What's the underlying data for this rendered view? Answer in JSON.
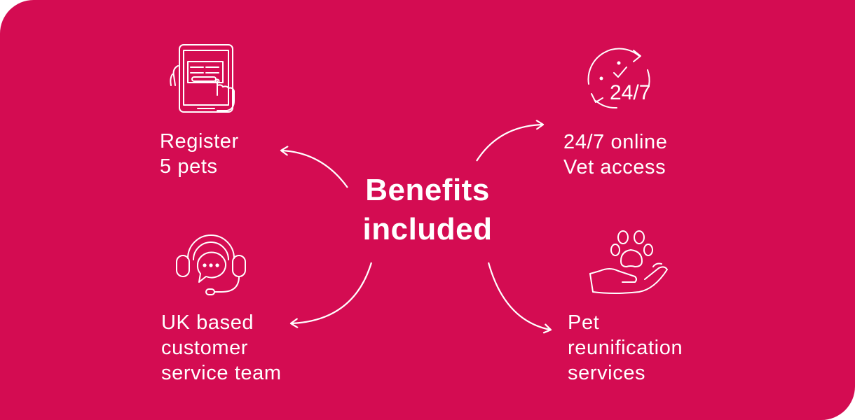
{
  "colors": {
    "background": "#d40c52",
    "foreground": "#ffffff"
  },
  "center": {
    "line1": "Benefits",
    "line2": "included"
  },
  "benefits": [
    {
      "icon": "tablet-touch-icon",
      "lines": [
        "Register",
        "5 pets"
      ]
    },
    {
      "icon": "clock-24-7-icon",
      "lines": [
        "24/7 online",
        "Vet access"
      ]
    },
    {
      "icon": "headset-chat-icon",
      "lines": [
        "UK based",
        "customer",
        "service team"
      ]
    },
    {
      "icon": "paw-hand-icon",
      "lines": [
        "Pet",
        "reunification",
        "services"
      ]
    }
  ]
}
